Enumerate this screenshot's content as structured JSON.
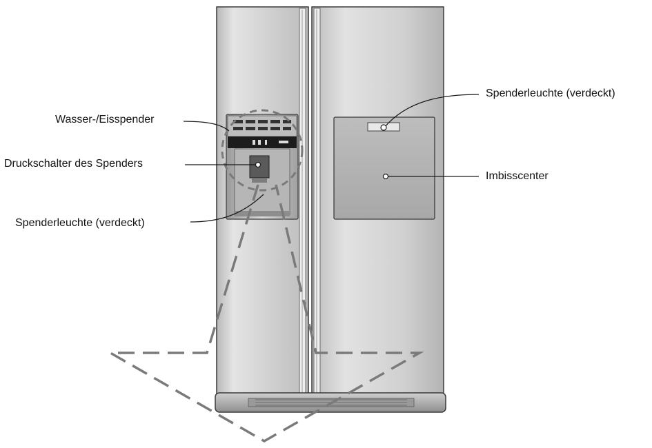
{
  "diagram": {
    "callouts": {
      "water_ice_dispenser": "Wasser-/Eisspender",
      "dispenser_switch": "Druckschalter des Spenders",
      "dispenser_light_left": "Spenderleuchte (verdeckt)",
      "dispenser_light_right": "Spenderleuchte (verdeckt)",
      "snack_center": "Imbisscenter"
    },
    "colors": {
      "line": "#1a1a1a",
      "dash": "#7a7a7a",
      "steel_light": "#e6e6e6",
      "steel_mid": "#bdbdbd",
      "steel_dark": "#8d8d8d",
      "panel_dark": "#1c1c1c"
    }
  }
}
